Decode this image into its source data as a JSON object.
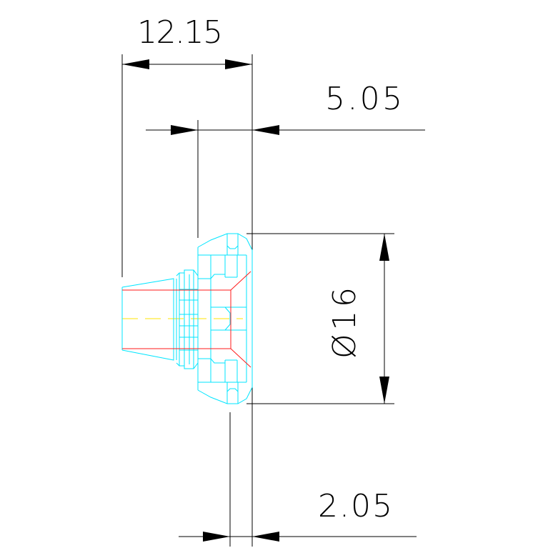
{
  "drawing": {
    "background": "#ffffff",
    "colors": {
      "dimension": "#000000",
      "outline": "#00e5ff",
      "hidden": "#ff1a1a",
      "centerline": "#ffe600"
    }
  },
  "dimensions": {
    "overall_length": {
      "text": "12.15"
    },
    "head_length": {
      "text": "5.05"
    },
    "diameter": {
      "text": "Ø16"
    },
    "flange_length": {
      "text": "2.05"
    }
  }
}
